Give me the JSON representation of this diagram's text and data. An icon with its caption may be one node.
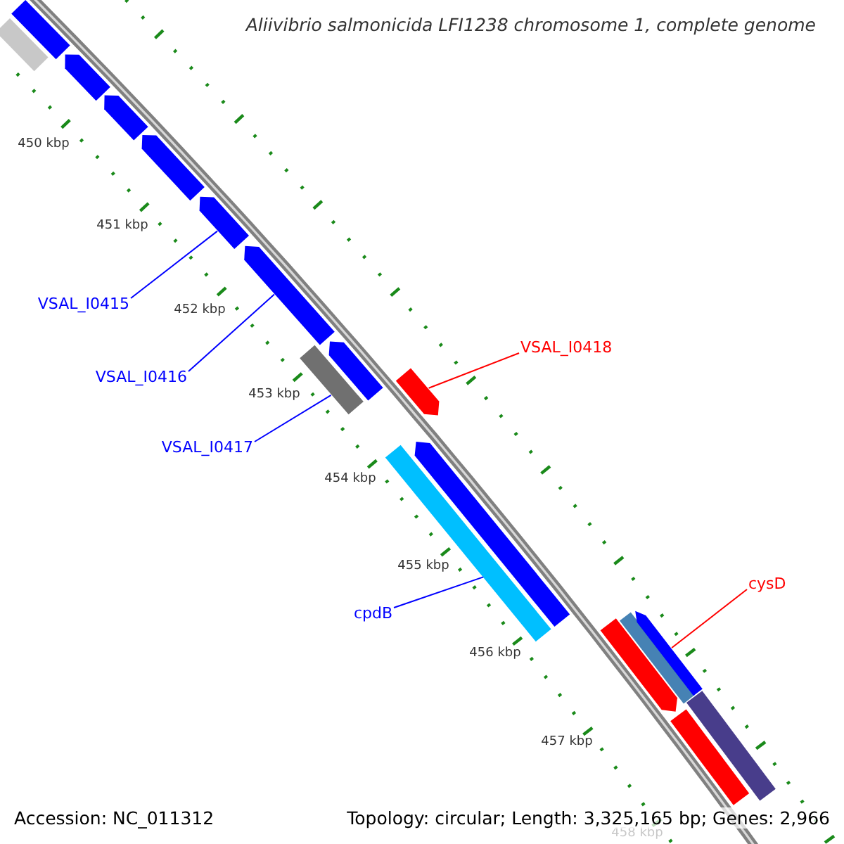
{
  "diagram": {
    "title": "Aliivibrio salmonicida LFI1238 chromosome 1, complete genome",
    "nodes": [
      {
        "text": [
          "VSAL_I0415"
        ]
      },
      {
        "text": [],
        "shape": "arrow"
      },
      {
        "text": [
          "VSAL_I0416"
        ]
      },
      {
        "text": [],
        "shape": "arrow"
      },
      {
        "text": [
          "VSAL_I0417"
        ]
      },
      {
        "text": [],
        "shape": "bar"
      },
      {
        "text": [
          "VSAL_I0418"
        ]
      },
      {
        "text": [],
        "shape": "arrow"
      },
      {
        "text": [
          "cpdB"
        ]
      },
      {
        "text": [],
        "shape": "bar"
      },
      {
        "text": [
          "cysD"
        ]
      },
      {
        "text": [],
        "shape": "arrow"
      },
      {
        "text": [],
        "shape": "bar"
      },
      {
        "text": [],
        "shape": "bar"
      },
      {
        "text": [],
        "shape": "arrow"
      },
      {
        "text": [],
        "shape": "arrow"
      },
      {
        "text": [],
        "shape": "arrow"
      },
      {
        "text": [],
        "shape": "arrow"
      },
      {
        "text": [],
        "shape": "arrow"
      },
      {
        "text": [],
        "shape": "arrow"
      },
      {
        "text": [],
        "shape": "bar"
      },
      {
        "text": [],
        "shape": "bar"
      },
      {
        "text": [],
        "shape": "bar"
      }
    ],
    "edges": [
      {
        "from": 0,
        "to": 1,
        "arrow": "none"
      },
      {
        "from": 2,
        "to": 3,
        "arrow": "none"
      },
      {
        "from": 4,
        "to": 5,
        "arrow": "none"
      },
      {
        "from": 6,
        "to": 7,
        "arrow": "none",
        "color": "#ff0000"
      },
      {
        "from": 8,
        "to": 9,
        "arrow": "none"
      },
      {
        "from": 10,
        "to": 11,
        "arrow": "none",
        "color": "#ff0000"
      }
    ],
    "labels": [
      "450 kbp",
      "451 kbp",
      "452 kbp",
      "453 kbp",
      "454 kbp",
      "455 kbp",
      "456 kbp",
      "457 kbp",
      "458 kbp",
      "Accession: NC_011312",
      "Topology: circular; Length: 3,325,165 bp; Genes: 2,966"
    ]
  }
}
